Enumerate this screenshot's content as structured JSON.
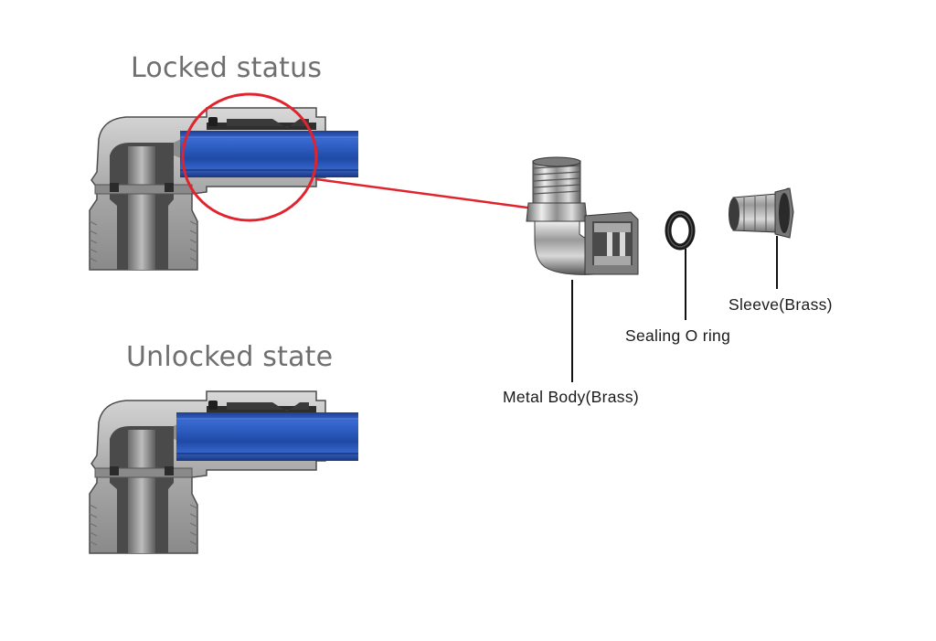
{
  "titles": {
    "locked": "Locked status",
    "unlocked": "Unlocked state"
  },
  "parts": {
    "body": "Metal Body(Brass)",
    "oring": "Sealing O ring",
    "sleeve": "Sleeve(Brass)"
  },
  "colors": {
    "tube_blue": "#2f5fc4",
    "tube_dark": "#1c3c8a",
    "metal_light": "#b9b9b9",
    "metal_dark": "#5a5a5a",
    "highlight_red": "#e0232d"
  }
}
